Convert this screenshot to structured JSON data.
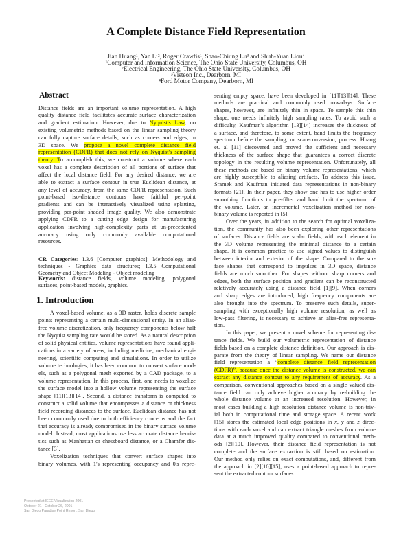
{
  "title": "A Complete Distance Field Representation",
  "authors": "Jian Huang¹, Yan Li², Roger Crawfis¹, Shao-Chiung Lu³ and Shuh-Yuan Liou⁴",
  "affiliations": [
    "¹Computer and Information Science, The Ohio State University, Columbus, OH",
    "²Electrical Engineering, The Ohio State University, Columbus, OH",
    "³Visteon Inc., Dearborn, MI",
    "⁴Ford Motor Company, Dearborn, MI"
  ],
  "colors": {
    "highlight": "#ffff00"
  },
  "abstract": {
    "heading": "Abstract",
    "lines": [
      "Distance fields are an important volume representation. A high",
      "quality distance field facilitates accurate surface characterization",
      [
        "and gradient estimation. However, due to ",
        {
          "t": "Nyquist's Law",
          "hl": true
        },
        ", no"
      ],
      "existing volumetric methods based on the linear sampling theory",
      "can fully capture surface details, such as corners and edges, in",
      [
        "3D space. We ",
        {
          "t": "propose a novel complete distance field",
          "hl": true
        }
      ],
      [
        {
          "t": "representation (CDFR) that does not rely on Nyquist's sampling",
          "hl": true
        }
      ],
      [
        {
          "t": "theory. T",
          "hl": true
        },
        "o accomplish this, we construct a volume where each"
      ],
      "voxel has a complete description of all portions of surface that",
      "affect the local distance field. For any desired distance, we are",
      "able to extract a surface contour in true Euclidean distance, at",
      "any level of accuracy, from the same CDFR representation. Such",
      "point-based iso-distance contours have faithful per-point",
      "gradients and can be interactively visualized using splatting,",
      "providing per-point shaded image quality. We also demonstrate",
      "applying CDFR to a cutting edge design for manufacturing",
      "application involving high-complexity parts at un-precedented",
      "accuracy using only commonly available computational",
      "resources."
    ]
  },
  "cr_categories": {
    "lines": [
      [
        {
          "t": "CR Categories:",
          "b": true
        },
        " I.3.6 [Computer graphics]: Methodology and"
      ],
      "techniques - Graphics data structures; I.3.5 Computational",
      "Geometry and Object Modeling - Object modeling"
    ]
  },
  "keywords": {
    "lines": [
      [
        {
          "t": "Keywords:",
          "b": true
        },
        " distance fields, volume modeling, polygonal"
      ],
      "surfaces, point-based models, graphics."
    ]
  },
  "introduction": {
    "heading": "1.  Introduction",
    "paragraphs": [
      [
        "A voxel-based volume, as a 3D raster, holds discrete sample",
        "points representing a certain multi-dimensional entity. In an alias-",
        "free volume discretization, only frequency components below half",
        "the Nyquist sampling rate would be stored. As a natural description",
        "of solid physical entities, volume representations have found appli-",
        "cations in a variety of areas, including medicine, mechanical engi-",
        "neering, scientific computing and simulations. In order to utilize",
        "volume technologies, it has been common to convert surface mod-",
        "els, such as a polygonal mesh exported by a CAD package, to a",
        "volume representation. In this process, first, one needs to voxelize",
        "the surface model into a hollow volume representing the surface",
        "shape [11][13][14]. Second, a distance transform is computed to",
        "construct a solid volume that encompasses a distance or thickness",
        "field recording distances to the surface. Euclidean distance has not",
        "been commonly used due to both efficiency concerns and the fact",
        "that accuracy is already compromised in the binary surface volume",
        "model. Instead, most applications use less accurate distance heuris-",
        "tics such as Manhattan or chessboard distance, or a Chamfer dis-",
        "tance [3]."
      ],
      [
        "Voxelization techniques that convert surface shapes into",
        "binary volumes, with 1's representing occupancy and 0's repre-"
      ]
    ]
  },
  "right_column": {
    "paragraphs": [
      [
        "senting empty space, have been developed in [11][13][14]. These",
        "methods are practical and commonly used nowadays. Surface",
        "shapes, however, are infinitely thin in space. To sample this thin",
        "shape, one needs infinitely high sampling rates. To avoid such a",
        "difficulty, Kaufman's algorithm [13][14] increases the thickness of",
        "a surface, and therefore, to some extent, band limits the frequency",
        "spectrum before the sampling, or scan-conversion, process. Huang",
        "et. al [11] discovered and proved the sufficient and necessary",
        "thickness of the surface shape that guarantees a correct discrete",
        "topology in the resulting volume representation. Unfortunately, all",
        "these methods are based on binary volume representations, which",
        "are highly susceptible to aliasing artifacts. To address this issue,",
        "Sramek and Kaufman initiated data representations in non-binary",
        "formats [21]. In their paper, they show one has to use higher order",
        "smoothing functions to pre-filter and band limit the spectrum of",
        "the volume. Later, an incremental voxelization method for non-",
        "binary volume is reported in [5]."
      ],
      [
        "Over the years, in addition to the search for optimal voxeliza-",
        "tion, the community has also been exploring other representations",
        "of surfaces. Distance fields are scalar fields, with each element in",
        "the 3D volume representing the minimal distance to a certain",
        "shape. It is common practice to use signed values to distinguish",
        "between interior and exterior of the shape. Compared to the sur-",
        "face shapes that correspond to impulses in 3D space, distance",
        "fields are much smoother. For shapes without sharp corners and",
        "edges, both the surface position and gradient can be reconstructed",
        "relatively accurately using a distance field [1][9]. When corners",
        "and sharp edges are introduced, high frequency components are",
        "also brought into the spectrum. To preserve such details, super-",
        "sampling with exceptionally high volume resolution, as well as",
        "low-pass filtering, is necessary to achieve an alias-free representa-",
        "tion."
      ],
      [
        "In this paper, we present a novel scheme for representing dis-",
        "tance fields. We build our volumetric representation of distance",
        "fields based on a complete distance definition. Our approach is dis-",
        "parate from the theory of linear sampling. We name our distance",
        [
          "field representation a “",
          {
            "t": "complete distance field representation",
            "hl": true
          }
        ],
        [
          {
            "t": "(CDFR)”, because once the distance volume is constructed, we can",
            "hl": true
          }
        ],
        [
          {
            "t": "extract any distance contour to any requirement of accuracy",
            "hl": true
          },
          ". As a"
        ],
        "comparison, conventional approaches based on a single valued dis-",
        "tance field can only achieve higher accuracy by re-building the",
        "whole distance volume at an increased resolution. However, in",
        "most cases building a high resolution distance volume is non-triv-",
        "ial both in computational time and storage space. A recent work",
        [
          "[15] stores the estimated local edge positions in ",
          {
            "t": "x",
            "i": true
          },
          ", ",
          {
            "t": "y",
            "i": true
          },
          " and ",
          {
            "t": "z",
            "i": true
          },
          " direc-"
        ],
        "tions with each voxel and can extract triangle meshes from volume",
        "data at a much improved quality compared to conventional meth-",
        "ods [2][10]. However, their distance field representation is not",
        "complete and the surface extraction is still based on estimation.",
        "Our method only relies on exact computations, and, different from",
        "the approach in [2][10][15], uses a point-based approach to repre-",
        "sent the extracted contour surfaces."
      ]
    ]
  },
  "footer": [
    "Presented at IEEE Visualization 2001",
    "October 21 - October 26, 2001",
    "San Diego Paradise Point Resort, San Diego"
  ]
}
